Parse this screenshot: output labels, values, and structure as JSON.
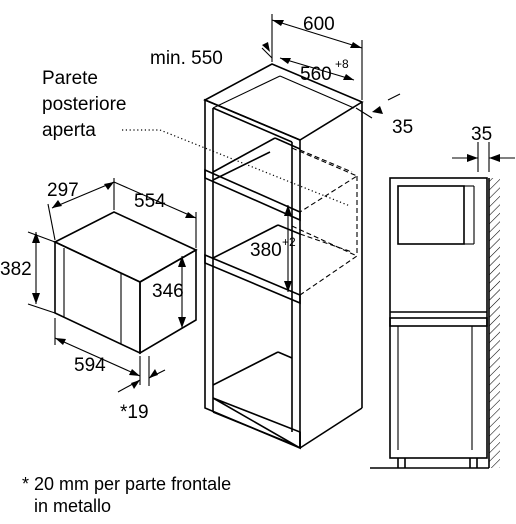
{
  "dimensions": {
    "cabinet_width": "600",
    "cabinet_min_depth": "min. 550",
    "niche_width": "560",
    "niche_width_tolerance": "+8",
    "rear_gap": "35",
    "niche_height": "380",
    "niche_height_tolerance": "+2",
    "side_gap": "35",
    "appliance_depth": "297",
    "appliance_body_width": "554",
    "appliance_height": "382",
    "appliance_body_height": "346",
    "appliance_front_width": "594",
    "appliance_front_thickness": "*19"
  },
  "labels": {
    "rear_wall_line1": "Parete",
    "rear_wall_line2": "posteriore",
    "rear_wall_line3": "aperta"
  },
  "footnote": {
    "line1": "* 20 mm per parte frontale",
    "line2": "in metallo"
  }
}
